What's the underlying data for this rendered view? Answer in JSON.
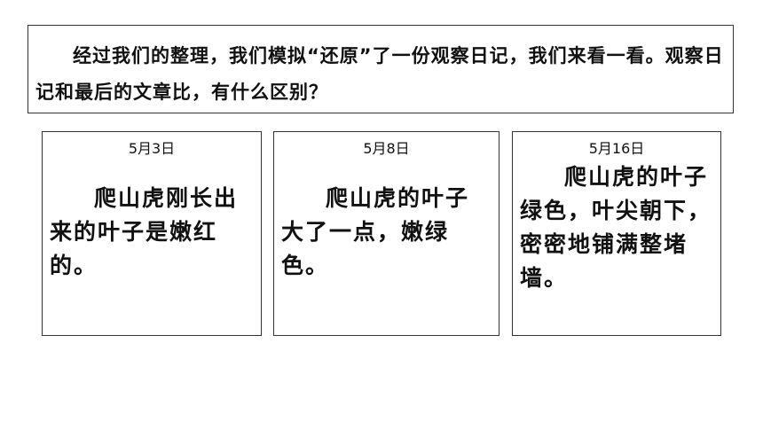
{
  "prompt": {
    "text": "经过我们的整理，我们模拟“还原”了一份观察日记，我们来看一看。观察日记和最后的文章比，有什么区别？"
  },
  "cards": [
    {
      "date": "5月3日",
      "text": "爬山虎刚长出来的叶子是嫩红的。"
    },
    {
      "date": "5月8日",
      "text": "爬山虎的叶子大了一点，嫩绿色。"
    },
    {
      "date": "5月16日",
      "text": "爬山虎的叶子绿色，叶尖朝下，密密地铺满整堵墙。"
    }
  ]
}
